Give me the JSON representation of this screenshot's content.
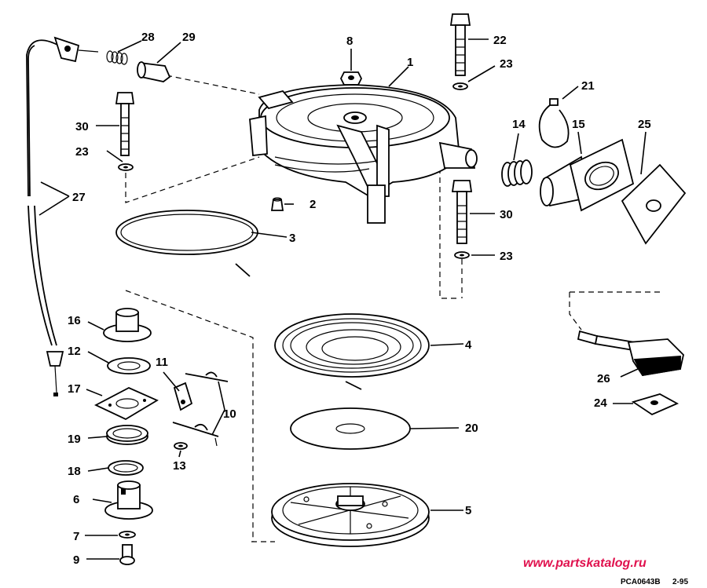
{
  "callouts": [
    {
      "id": "c1",
      "label": "1"
    },
    {
      "id": "c2",
      "label": "2"
    },
    {
      "id": "c3",
      "label": "3"
    },
    {
      "id": "c4",
      "label": "4"
    },
    {
      "id": "c5",
      "label": "5"
    },
    {
      "id": "c6",
      "label": "6"
    },
    {
      "id": "c7",
      "label": "7"
    },
    {
      "id": "c8",
      "label": "8"
    },
    {
      "id": "c9",
      "label": "9"
    },
    {
      "id": "c10",
      "label": "10"
    },
    {
      "id": "c11",
      "label": "11"
    },
    {
      "id": "c12",
      "label": "12"
    },
    {
      "id": "c13",
      "label": "13"
    },
    {
      "id": "c14",
      "label": "14"
    },
    {
      "id": "c15",
      "label": "15"
    },
    {
      "id": "c16",
      "label": "16"
    },
    {
      "id": "c17",
      "label": "17"
    },
    {
      "id": "c18",
      "label": "18"
    },
    {
      "id": "c19",
      "label": "19"
    },
    {
      "id": "c20",
      "label": "20"
    },
    {
      "id": "c21",
      "label": "21"
    },
    {
      "id": "c22",
      "label": "22"
    },
    {
      "id": "c23a",
      "label": "23"
    },
    {
      "id": "c23b",
      "label": "23"
    },
    {
      "id": "c23c",
      "label": "23"
    },
    {
      "id": "c24",
      "label": "24"
    },
    {
      "id": "c25",
      "label": "25"
    },
    {
      "id": "c26",
      "label": "26"
    },
    {
      "id": "c27",
      "label": "27"
    },
    {
      "id": "c28",
      "label": "28"
    },
    {
      "id": "c29",
      "label": "29"
    },
    {
      "id": "c30a",
      "label": "30"
    },
    {
      "id": "c30b",
      "label": "30"
    }
  ],
  "watermark": "www.partskatalog.ru",
  "drawing_code": "PCA0643B",
  "drawing_date": "2-95"
}
